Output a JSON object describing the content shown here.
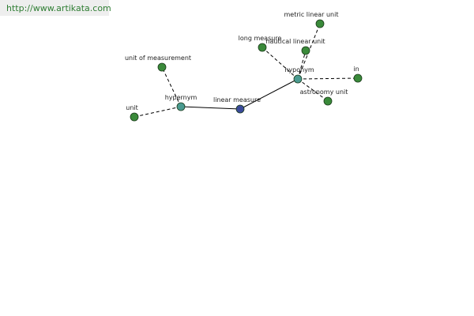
{
  "source": {
    "url": "http://www.artikata.com"
  },
  "colors": {
    "center": "#3a4a9a",
    "relation": "#4a9a90",
    "leaf": "#3a8a3a",
    "edge": "#000000",
    "url_text": "#2e7d32"
  },
  "graph": {
    "center": {
      "id": "linear_measure",
      "label": "linear measure"
    },
    "relations": [
      {
        "id": "hypernym",
        "label": "hypernym"
      },
      {
        "id": "hyponym",
        "label": "hyponym"
      }
    ],
    "leaves": [
      {
        "id": "unit",
        "label": "unit",
        "relation": "hypernym"
      },
      {
        "id": "unit_of_measurement",
        "label": "unit of measurement",
        "relation": "hypernym"
      },
      {
        "id": "metric_linear_unit",
        "label": "metric linear unit",
        "relation": "hyponym"
      },
      {
        "id": "long_measure",
        "label": "long measure",
        "relation": "hyponym"
      },
      {
        "id": "nautical_linear_unit",
        "label": "nautical linear unit",
        "relation": "hyponym"
      },
      {
        "id": "in",
        "label": "in",
        "relation": "hyponym"
      },
      {
        "id": "astronomy_unit",
        "label": "astronomy unit",
        "relation": "hyponym"
      }
    ]
  }
}
